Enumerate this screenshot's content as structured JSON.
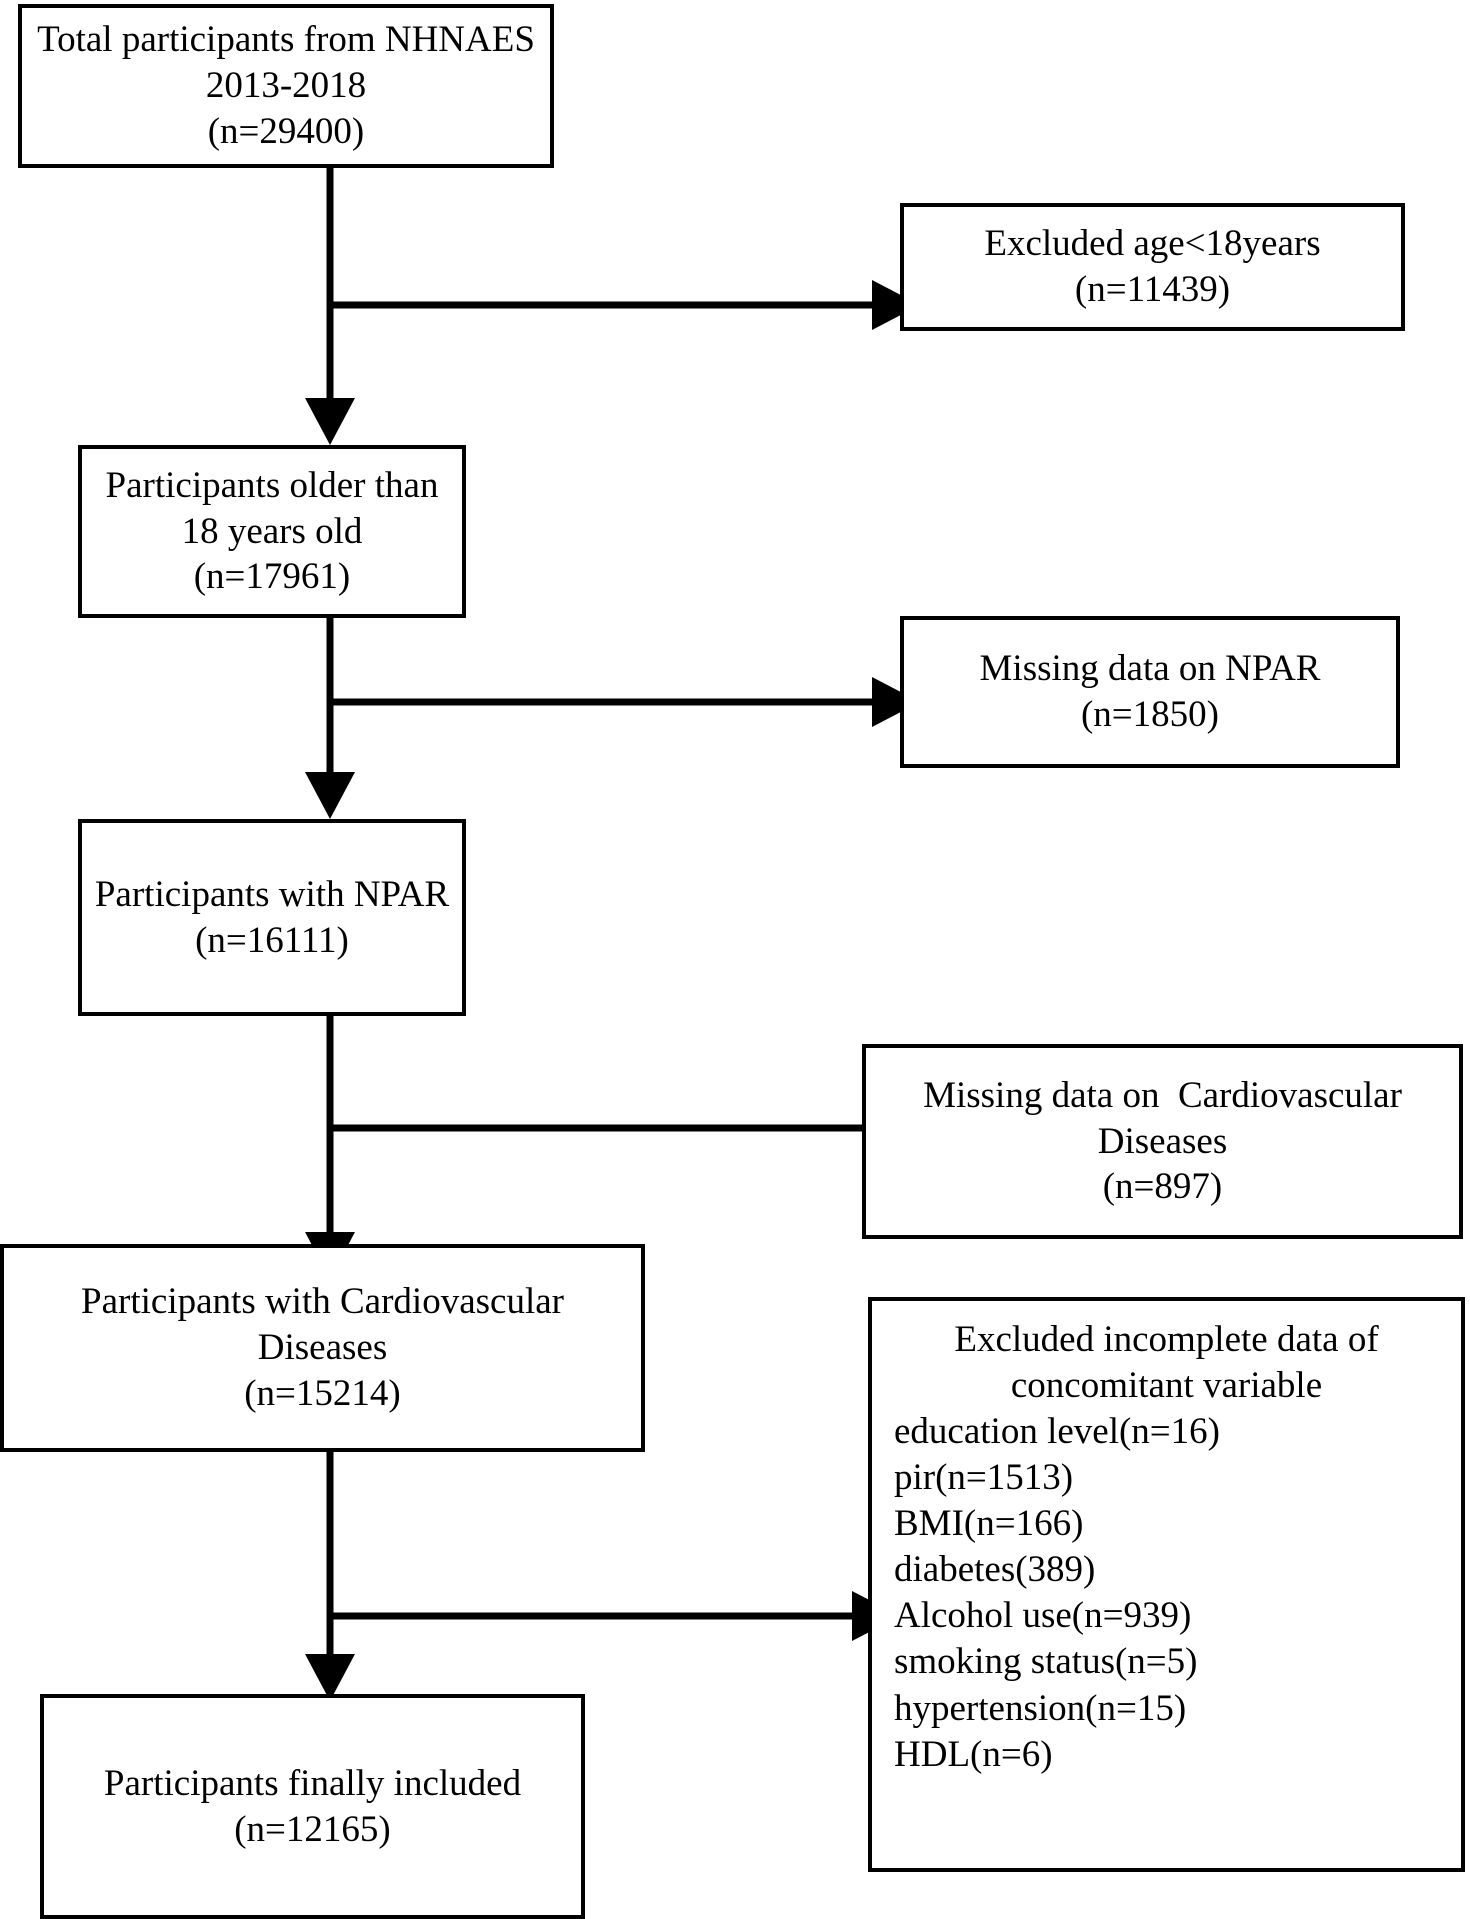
{
  "diagram": {
    "title": "Participant selection flow diagram",
    "type": "flowchart",
    "stroke_color": "#000000",
    "background_color": "#ffffff"
  },
  "nodes": {
    "total_participants": {
      "line1": "Total participants from NHNAES",
      "line2": "2013-2018",
      "line3": "(n=29400)"
    },
    "excluded_age": {
      "line1": "Excluded age<18years",
      "line2": "(n=11439)"
    },
    "older_than_18": {
      "line1": "Participants older than",
      "line2": "18 years old",
      "line3": "(n=17961)"
    },
    "missing_npar": {
      "line1": "Missing data on NPAR",
      "line2": "(n=1850)"
    },
    "with_npar": {
      "line1": "Participants with NPAR",
      "line2": "(n=16111)"
    },
    "missing_cvd": {
      "line1": "Missing data on  Cardiovascular",
      "line2": "Diseases",
      "line3": "(n=897)"
    },
    "with_cvd": {
      "line1": "Participants with Cardiovascular",
      "line2": "Diseases",
      "line3": "(n=15214)"
    },
    "excluded_incomplete": {
      "heading_line1": "Excluded incomplete data of",
      "heading_line2": "concomitant variable",
      "items": [
        "education level(n=16)",
        "pir(n=1513)",
        "BMI(n=166)",
        "diabetes(389)",
        "Alcohol use(n=939)",
        "smoking status(n=5)",
        "hypertension(n=15)",
        "HDL(n=6)"
      ]
    },
    "finally_included": {
      "line1": "Participants finally included",
      "line2": "(n=12165)"
    }
  },
  "connectors": [
    {
      "name": "total-to-older",
      "kind": "vertical-arrow"
    },
    {
      "name": "total-to-excluded-age",
      "kind": "horizontal-arrow"
    },
    {
      "name": "older-to-withnpar",
      "kind": "vertical-arrow"
    },
    {
      "name": "older-to-missing-npar",
      "kind": "horizontal-arrow"
    },
    {
      "name": "withnpar-to-withcvd",
      "kind": "vertical-arrow"
    },
    {
      "name": "withnpar-to-missing-cvd",
      "kind": "horizontal-arrow"
    },
    {
      "name": "withcvd-to-final",
      "kind": "vertical-arrow"
    },
    {
      "name": "withcvd-to-excluded-incomplete",
      "kind": "horizontal-arrow"
    }
  ]
}
